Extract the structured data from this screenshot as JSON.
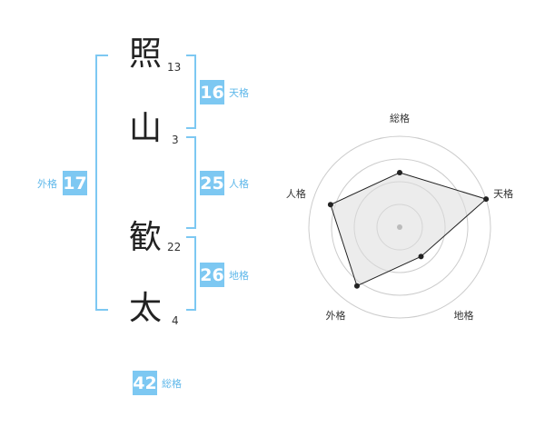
{
  "name": {
    "chars": [
      {
        "char": "照",
        "strokes": "13"
      },
      {
        "char": "山",
        "strokes": "3"
      },
      {
        "char": "歓",
        "strokes": "22"
      },
      {
        "char": "太",
        "strokes": "4"
      }
    ]
  },
  "kaku": {
    "tenkaku": {
      "value": "16",
      "label": "天格"
    },
    "jinkaku": {
      "value": "25",
      "label": "人格"
    },
    "chikaku": {
      "value": "26",
      "label": "地格"
    },
    "gaikaku": {
      "value": "17",
      "label": "外格"
    },
    "soukaku": {
      "value": "42",
      "label": "総格"
    }
  },
  "colors": {
    "accent": "#7dc8f2",
    "accent_text": "#5fb8ea"
  },
  "chart_data": {
    "type": "radar",
    "axes": [
      "総格",
      "天格",
      "地格",
      "外格",
      "人格"
    ],
    "values": [
      3,
      5,
      2,
      4,
      4
    ],
    "scale_max": 5,
    "rings": 4
  }
}
